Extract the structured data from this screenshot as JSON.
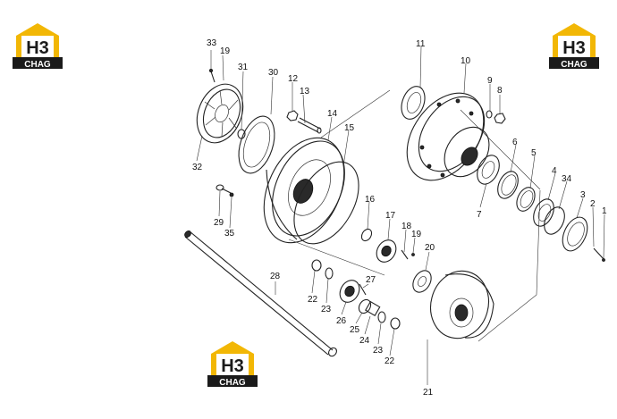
{
  "callouts": [
    "1",
    "2",
    "3",
    "4",
    "5",
    "6",
    "7",
    "8",
    "9",
    "10",
    "11",
    "12",
    "13",
    "14",
    "15",
    "16",
    "17",
    "18",
    "19",
    "19",
    "20",
    "21",
    "22",
    "22",
    "23",
    "23",
    "24",
    "25",
    "26",
    "27",
    "28",
    "29",
    "30",
    "31",
    "32",
    "33",
    "34",
    "35"
  ],
  "logo": {
    "mark": "H3",
    "brand": "CHAG",
    "color_yellow": "#f2b705",
    "color_black": "#1a1a1a"
  }
}
